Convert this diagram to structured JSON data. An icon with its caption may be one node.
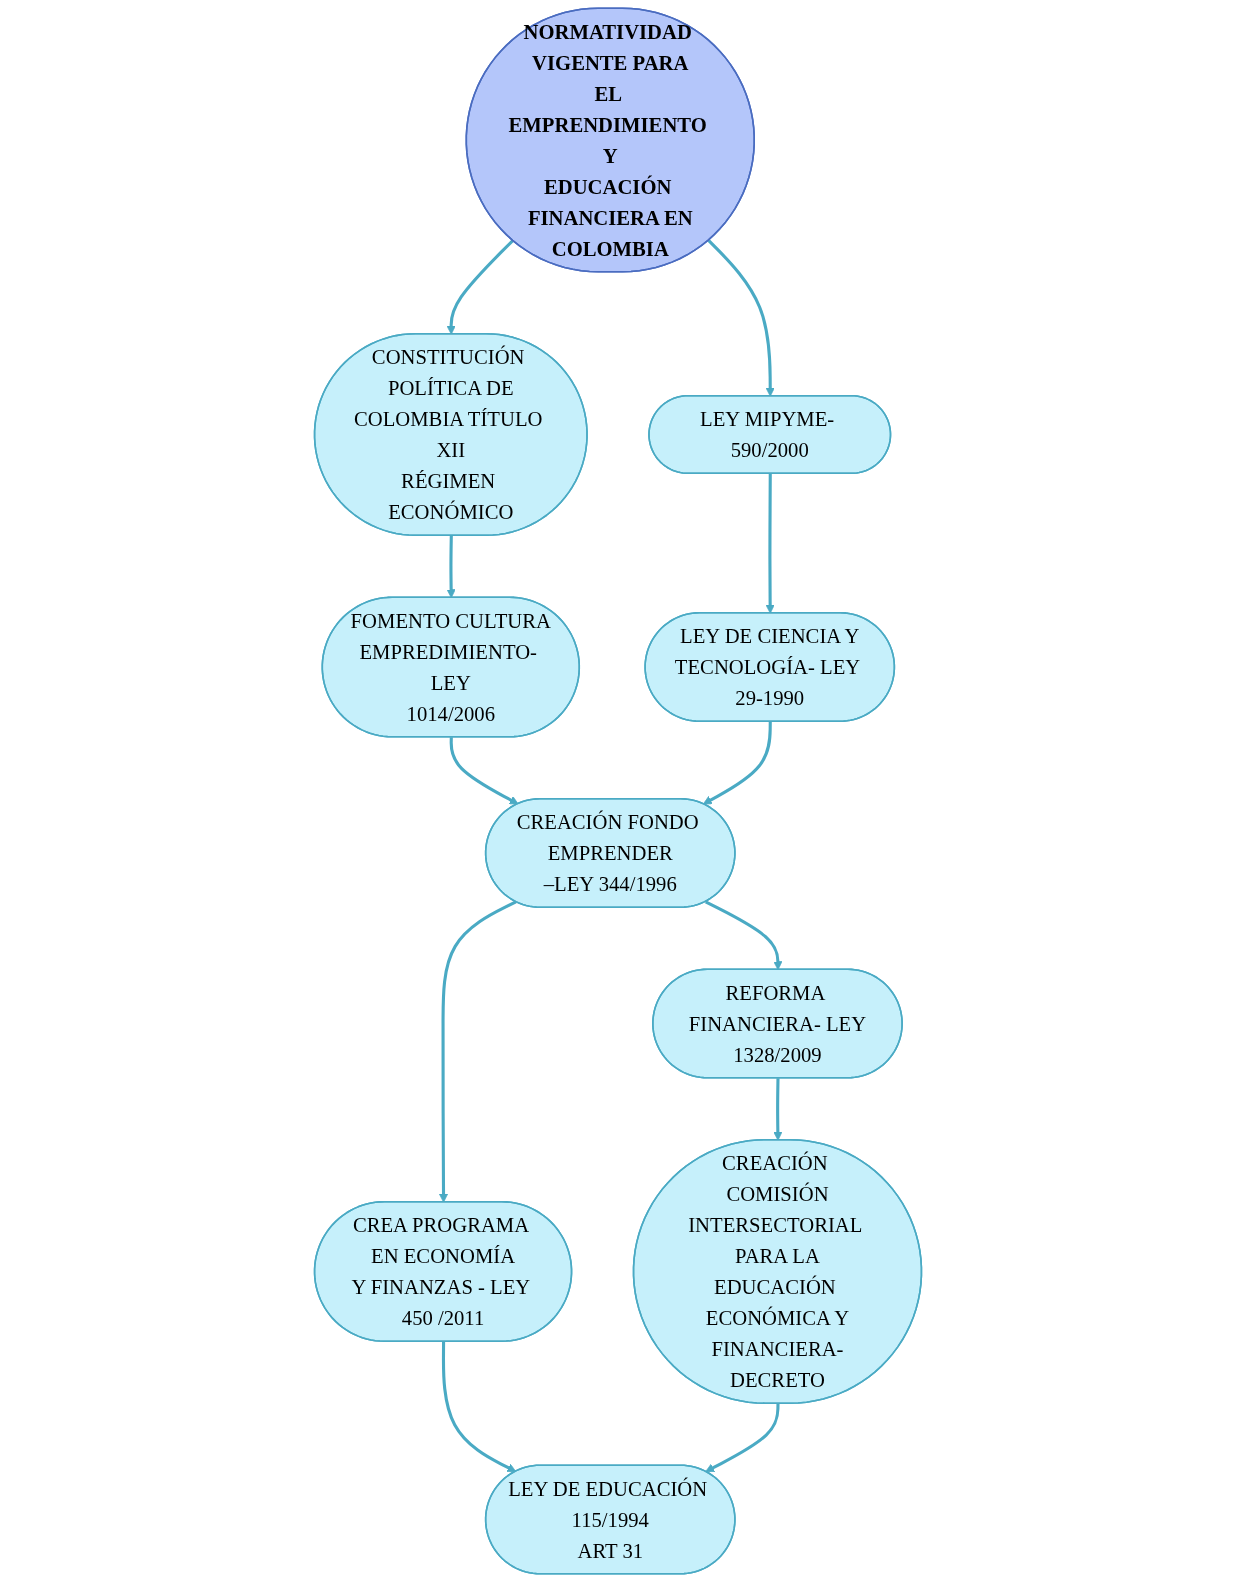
{
  "diagram": {
    "nodes": [
      {
        "text": [
          "NORMATIVIDAD VIGENTE PARA EL EMPRENDIMIENTO Y EDUCACIÓN FINANCIERA EN COLOMBIA"
        ]
      },
      {
        "text": [
          "CONSTITUCIÓN POLÍTICA DE COLOMBIA TÍTULO XII RÉGIMEN ECONÓMICO"
        ]
      },
      {
        "text": [
          "LEY MIPYME- 590/2000"
        ]
      },
      {
        "text": [
          "FOMENTO CULTURA EMPREDIMIENTO- LEY 1014/2006"
        ]
      },
      {
        "text": [
          "LEY DE CIENCIA Y TECNOLOGÍA- LEY 29-1990"
        ]
      },
      {
        "text": [
          "CREACIÓN FONDO EMPRENDER –LEY 344/1996"
        ]
      },
      {
        "text": [
          "CREA PROGRAMA EN ECONOMÍA Y FINANZAS - LEY 450 /2011"
        ]
      },
      {
        "text": [
          "REFORMA FINANCIERA- LEY 1328/2009"
        ]
      },
      {
        "text": [
          "LEY DE EDUCACIÓN 115/1994 ART 31"
        ]
      },
      {
        "text": [
          "CREACIÓN COMISIÓN INTERSECTORIAL PARA LA EDUCACIÓN ECONÓMICA Y FINANCIERA-DECRETO"
        ]
      }
    ],
    "edges": [
      {
        "from": 0,
        "to": 1,
        "arrow": "to"
      },
      {
        "from": 0,
        "to": 2,
        "arrow": "to"
      },
      {
        "from": 1,
        "to": 3,
        "arrow": "to"
      },
      {
        "from": 2,
        "to": 4,
        "arrow": "to"
      },
      {
        "from": 3,
        "to": 5,
        "arrow": "to"
      },
      {
        "from": 4,
        "to": 5,
        "arrow": "to"
      },
      {
        "from": 5,
        "to": 6,
        "arrow": "to"
      },
      {
        "from": 5,
        "to": 7,
        "arrow": "to"
      },
      {
        "from": 6,
        "to": 8,
        "arrow": "to"
      },
      {
        "from": 7,
        "to": 9,
        "arrow": "to"
      },
      {
        "from": 9,
        "to": 8,
        "arrow": "to"
      }
    ]
  }
}
